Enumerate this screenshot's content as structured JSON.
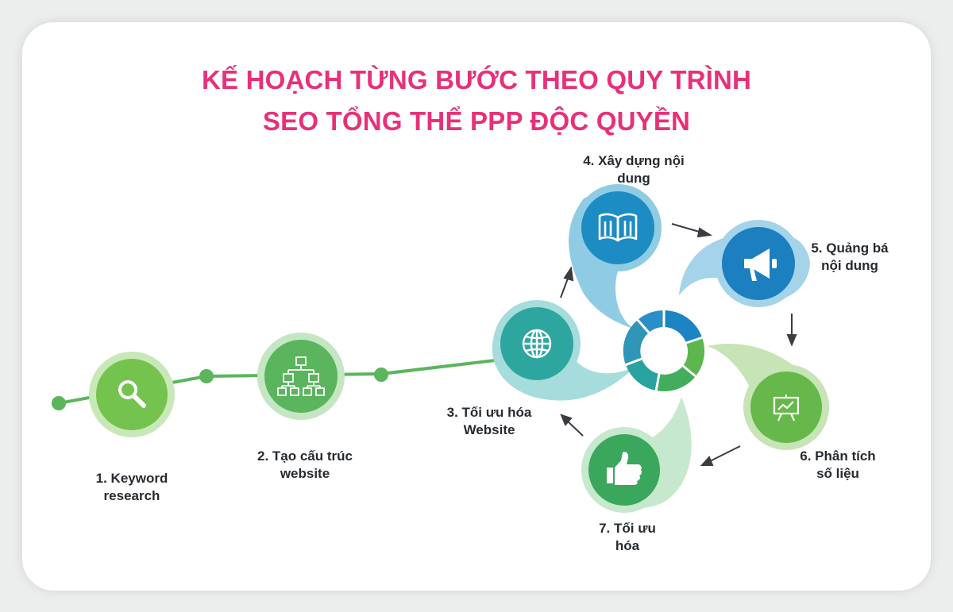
{
  "title": {
    "line1": "KẾ HOẠCH TỪNG BƯỚC THEO QUY TRÌNH",
    "line2": "SEO TỔNG THỂ PPP ĐỘC QUYỀN",
    "color": "#e8307a"
  },
  "steps": [
    {
      "line1": "1. Keyword",
      "line2": "research",
      "icon": "magnifier-icon",
      "color": "#74c34e"
    },
    {
      "line1": "2. Tạo cấu trúc",
      "line2": "website",
      "icon": "sitemap-icon",
      "color": "#5ab55c"
    },
    {
      "line1": "3. Tối ưu hóa",
      "line2": "Website",
      "icon": "globe-icon",
      "color": "#2ea6a0"
    },
    {
      "line1": "4. Xây dựng nội",
      "line2": "dung",
      "icon": "book-icon",
      "color": "#1c8cc3"
    },
    {
      "line1": "5. Quảng bá",
      "line2": "nội dung",
      "icon": "megaphone-icon",
      "color": "#1b7fc0"
    },
    {
      "line1": "6. Phân tích",
      "line2": "số liệu",
      "icon": "chart-board-icon",
      "color": "#66b84a"
    },
    {
      "line1": "7. Tối ưu",
      "line2": "hóa",
      "icon": "thumbs-up-icon",
      "color": "#3aa75c"
    }
  ]
}
